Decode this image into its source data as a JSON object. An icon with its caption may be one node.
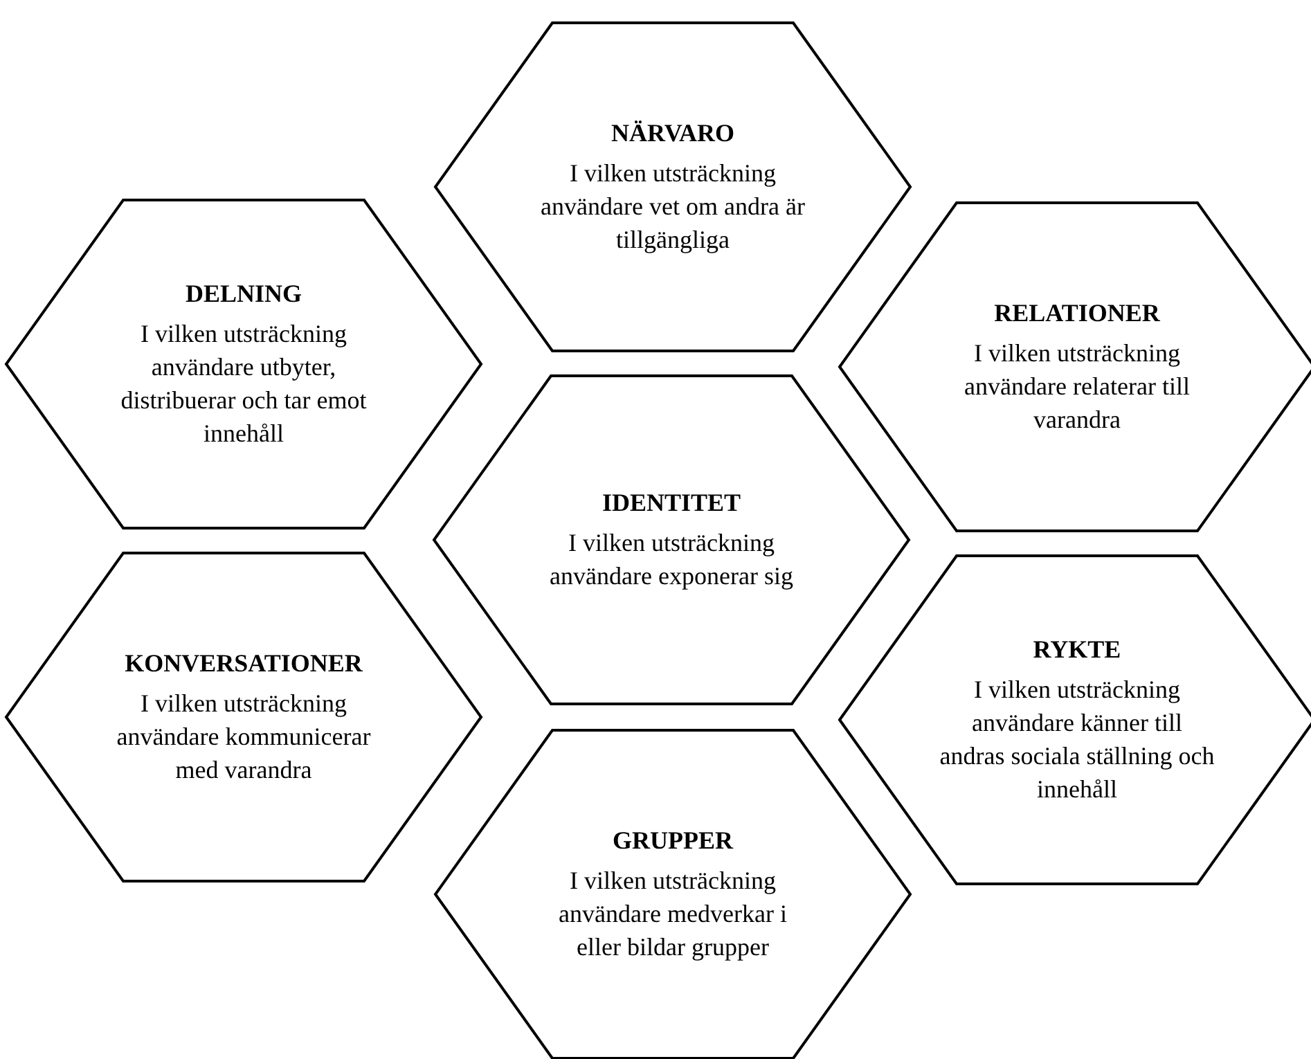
{
  "diagram": {
    "nodes": [
      {
        "text": [
          "NÄRVARO",
          "I vilken utsträckning användare vet om andra är tillgängliga"
        ]
      },
      {
        "text": [
          "DELNING",
          "I vilken utsträckning användare utbyter, distribuerar och tar emot innehåll"
        ]
      },
      {
        "text": [
          "RELATIONER",
          "I vilken utsträckning användare relaterar till varandra"
        ]
      },
      {
        "text": [
          "IDENTITET",
          "I vilken utsträckning användare exponerar sig"
        ]
      },
      {
        "text": [
          "KONVERSATIONER",
          "I vilken utsträckning användare kommunicerar med varandra"
        ]
      },
      {
        "text": [
          "RYKTE",
          "I vilken utsträckning användare känner till andras sociala ställning och innehåll"
        ]
      },
      {
        "text": [
          "GRUPPER",
          "I vilken utsträckning användare medverkar i eller bildar grupper"
        ]
      }
    ]
  }
}
